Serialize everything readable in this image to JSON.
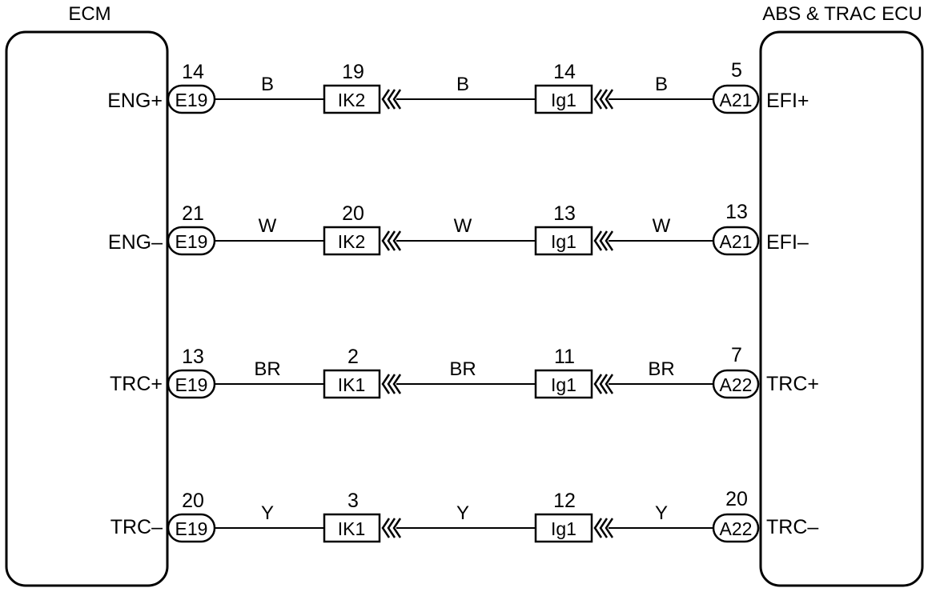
{
  "ecm": {
    "title": "ECM",
    "terminals": [
      "ENG+",
      "ENG–",
      "TRC+",
      "TRC–"
    ]
  },
  "abs": {
    "title": "ABS & TRAC ECU",
    "terminals": [
      "EFI+",
      "EFI–",
      "TRC+",
      "TRC–"
    ]
  },
  "circuits": [
    {
      "ecm_pin": "14",
      "ecm_conn": "E19",
      "wire_left": "B",
      "j1_pin": "19",
      "j1_conn": "IK2",
      "wire_mid": "B",
      "j2_pin": "14",
      "j2_conn": "Ig1",
      "wire_right": "B",
      "ecu_pin": "5",
      "ecu_conn": "A21"
    },
    {
      "ecm_pin": "21",
      "ecm_conn": "E19",
      "wire_left": "W",
      "j1_pin": "20",
      "j1_conn": "IK2",
      "wire_mid": "W",
      "j2_pin": "13",
      "j2_conn": "Ig1",
      "wire_right": "W",
      "ecu_pin": "13",
      "ecu_conn": "A21"
    },
    {
      "ecm_pin": "13",
      "ecm_conn": "E19",
      "wire_left": "BR",
      "j1_pin": "2",
      "j1_conn": "IK1",
      "wire_mid": "BR",
      "j2_pin": "11",
      "j2_conn": "Ig1",
      "wire_right": "BR",
      "ecu_pin": "7",
      "ecu_conn": "A22"
    },
    {
      "ecm_pin": "20",
      "ecm_conn": "E19",
      "wire_left": "Y",
      "j1_pin": "3",
      "j1_conn": "IK1",
      "wire_mid": "Y",
      "j2_pin": "12",
      "j2_conn": "Ig1",
      "wire_right": "Y",
      "ecu_pin": "20",
      "ecu_conn": "A22"
    }
  ]
}
